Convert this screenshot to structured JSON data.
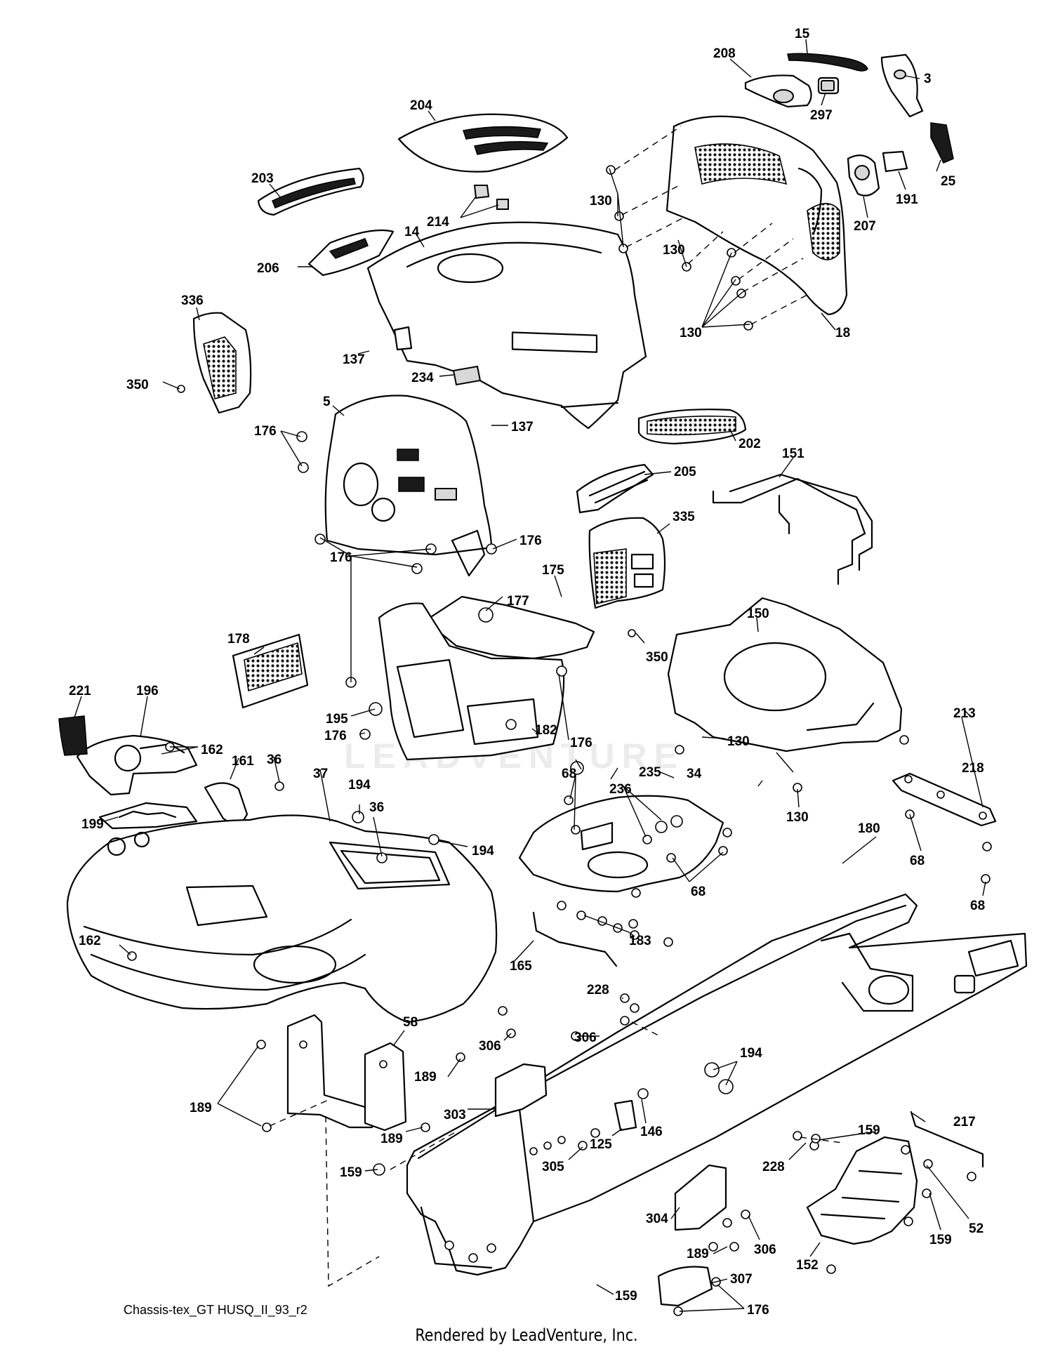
{
  "watermark": "LEADVENTURE",
  "caption": "Chassis-tex_GT HUSQ_II_93_r2",
  "rendered_by": "Rendered by LeadVenture, Inc.",
  "callouts": [
    {
      "id": "c15",
      "text": "15"
    },
    {
      "id": "c208",
      "text": "208"
    },
    {
      "id": "c3",
      "text": "3"
    },
    {
      "id": "c297",
      "text": "297"
    },
    {
      "id": "c204",
      "text": "204"
    },
    {
      "id": "c203",
      "text": "203"
    },
    {
      "id": "c130a",
      "text": "130"
    },
    {
      "id": "c191",
      "text": "191"
    },
    {
      "id": "c25",
      "text": "25"
    },
    {
      "id": "c214",
      "text": "214"
    },
    {
      "id": "c14",
      "text": "14"
    },
    {
      "id": "c206",
      "text": "206"
    },
    {
      "id": "c130b",
      "text": "130"
    },
    {
      "id": "c207",
      "text": "207"
    },
    {
      "id": "c336",
      "text": "336"
    },
    {
      "id": "c130c",
      "text": "130"
    },
    {
      "id": "c18",
      "text": "18"
    },
    {
      "id": "c137a",
      "text": "137"
    },
    {
      "id": "c350a",
      "text": "350"
    },
    {
      "id": "c234",
      "text": "234"
    },
    {
      "id": "c5",
      "text": "5"
    },
    {
      "id": "c176a",
      "text": "176"
    },
    {
      "id": "c137b",
      "text": "137"
    },
    {
      "id": "c202",
      "text": "202"
    },
    {
      "id": "c151",
      "text": "151"
    },
    {
      "id": "c205",
      "text": "205"
    },
    {
      "id": "c176b",
      "text": "176"
    },
    {
      "id": "c176c",
      "text": "176"
    },
    {
      "id": "c335",
      "text": "335"
    },
    {
      "id": "c175",
      "text": "175"
    },
    {
      "id": "c177",
      "text": "177"
    },
    {
      "id": "c150",
      "text": "150"
    },
    {
      "id": "c350b",
      "text": "350"
    },
    {
      "id": "c178",
      "text": "178"
    },
    {
      "id": "c221",
      "text": "221"
    },
    {
      "id": "c196",
      "text": "196"
    },
    {
      "id": "c195",
      "text": "195"
    },
    {
      "id": "c176d",
      "text": "176"
    },
    {
      "id": "c176e",
      "text": "176"
    },
    {
      "id": "c213",
      "text": "213"
    },
    {
      "id": "c162a",
      "text": "162"
    },
    {
      "id": "c182",
      "text": "182"
    },
    {
      "id": "c130d",
      "text": "130"
    },
    {
      "id": "c161",
      "text": "161"
    },
    {
      "id": "c36a",
      "text": "36"
    },
    {
      "id": "c37",
      "text": "37"
    },
    {
      "id": "c68a",
      "text": "68"
    },
    {
      "id": "c235",
      "text": "235"
    },
    {
      "id": "c34",
      "text": "34"
    },
    {
      "id": "c218",
      "text": "218"
    },
    {
      "id": "c194a",
      "text": "194"
    },
    {
      "id": "c36b",
      "text": "36"
    },
    {
      "id": "c236",
      "text": "236"
    },
    {
      "id": "c130e",
      "text": "130"
    },
    {
      "id": "c199",
      "text": "199"
    },
    {
      "id": "c194b",
      "text": "194"
    },
    {
      "id": "c68b",
      "text": "68"
    },
    {
      "id": "c68c",
      "text": "68"
    },
    {
      "id": "c180",
      "text": "180"
    },
    {
      "id": "c68d",
      "text": "68"
    },
    {
      "id": "c183",
      "text": "183"
    },
    {
      "id": "c162b",
      "text": "162"
    },
    {
      "id": "c165",
      "text": "165"
    },
    {
      "id": "c228a",
      "text": "228"
    },
    {
      "id": "c58",
      "text": "58"
    },
    {
      "id": "c306a",
      "text": "306"
    },
    {
      "id": "c306b",
      "text": "306"
    },
    {
      "id": "c194c",
      "text": "194"
    },
    {
      "id": "c189a",
      "text": "189"
    },
    {
      "id": "c189b",
      "text": "189"
    },
    {
      "id": "c303",
      "text": "303"
    },
    {
      "id": "c146",
      "text": "146"
    },
    {
      "id": "c217",
      "text": "217"
    },
    {
      "id": "c189c",
      "text": "189"
    },
    {
      "id": "c125",
      "text": "125"
    },
    {
      "id": "c159a",
      "text": "159"
    },
    {
      "id": "c228b",
      "text": "228"
    },
    {
      "id": "c159b",
      "text": "159"
    },
    {
      "id": "c305",
      "text": "305"
    },
    {
      "id": "c52",
      "text": "52"
    },
    {
      "id": "c304",
      "text": "304"
    },
    {
      "id": "c189d",
      "text": "189"
    },
    {
      "id": "c306c",
      "text": "306"
    },
    {
      "id": "c152",
      "text": "152"
    },
    {
      "id": "c159c",
      "text": "159"
    },
    {
      "id": "c159d",
      "text": "159"
    },
    {
      "id": "c307",
      "text": "307"
    },
    {
      "id": "c176f",
      "text": "176"
    }
  ]
}
